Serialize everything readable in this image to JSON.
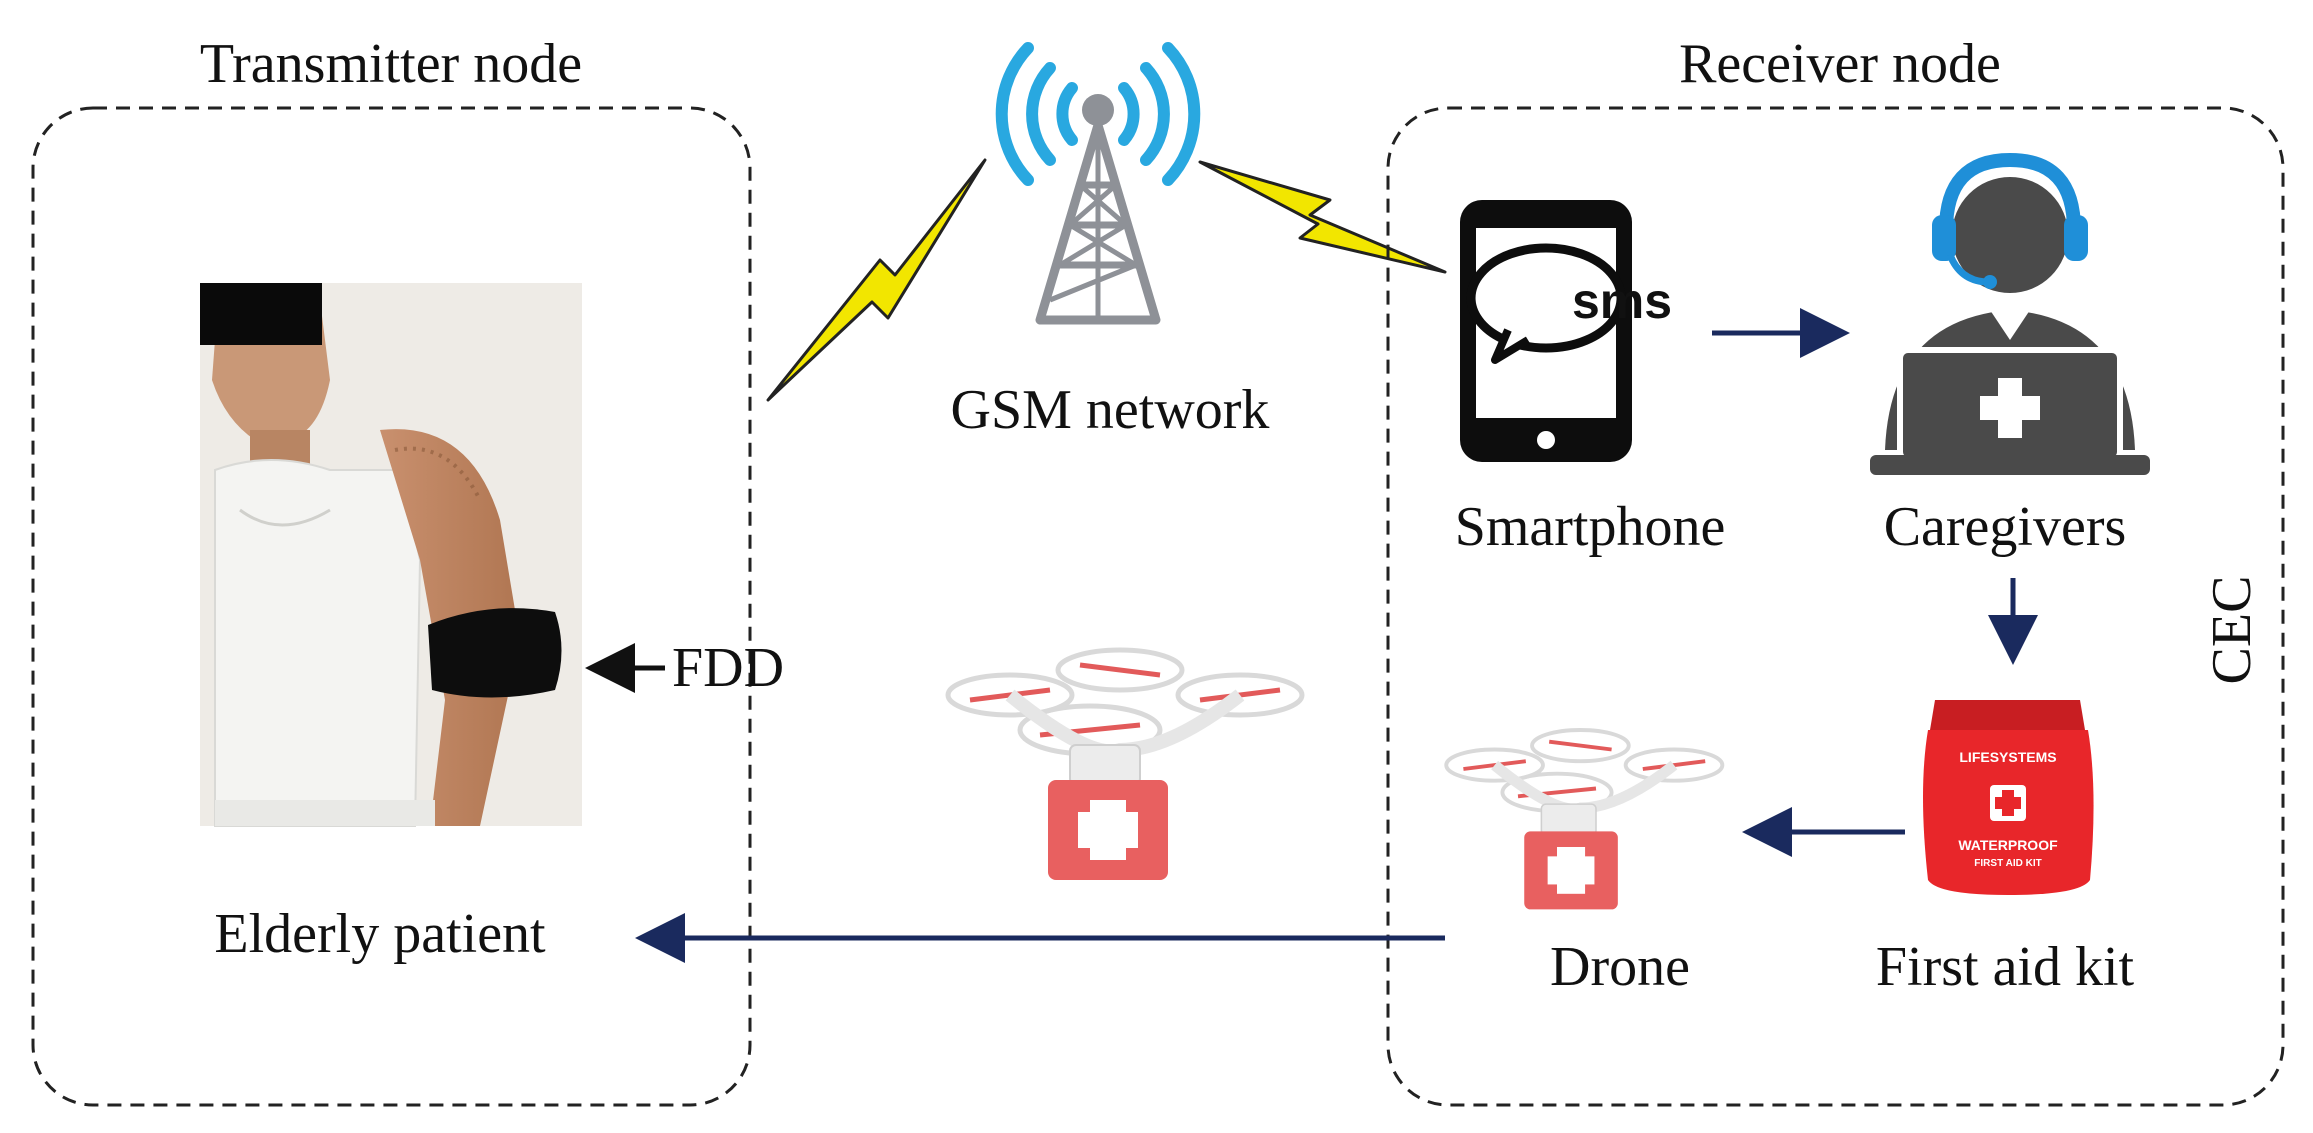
{
  "transmitter": {
    "title": "Transmitter node",
    "patient_label": "Elderly patient",
    "device_label": "FDD"
  },
  "network": {
    "label": "GSM network"
  },
  "receiver": {
    "title": "Receiver node",
    "side_label": "CEC",
    "smartphone_label": "Smartphone",
    "sms_text": "sms",
    "caregivers_label": "Caregivers",
    "kit_label": "First aid kit",
    "kit_brand": "LIFESYSTEMS",
    "kit_text": "WATERPROOF",
    "kit_subtext": "FIRST AID KIT",
    "drone_label": "Drone"
  },
  "colors": {
    "arrow": "#1a2a5e",
    "signal": "#f2e600",
    "tower_waves": "#29a8e0",
    "kit_red": "#e8262a",
    "headset_blue": "#1f8fd8",
    "drone_red": "#e25a5a"
  }
}
